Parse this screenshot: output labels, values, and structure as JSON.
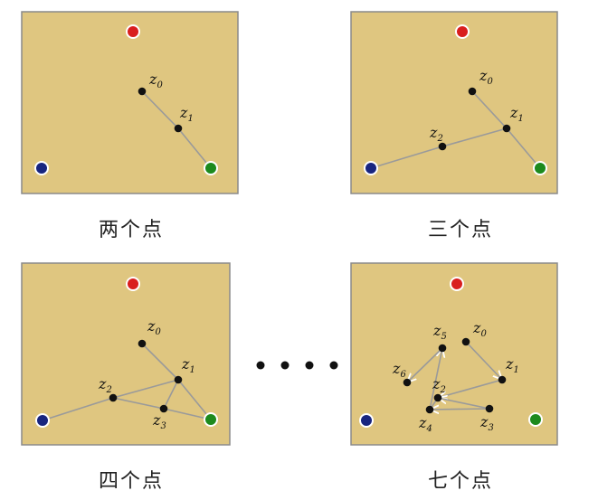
{
  "colors": {
    "panel_fill": "#dfc680",
    "panel_border": "#8a8a8a",
    "red": "#d91e1e",
    "blue": "#18257f",
    "green": "#1d8a1d",
    "node": "#111111",
    "edge": "#9a9a9a"
  },
  "panels": [
    {
      "caption": "两个点",
      "nodes": [
        {
          "id": "z0",
          "label": "z",
          "sub": "0"
        },
        {
          "id": "z1",
          "label": "z",
          "sub": "1"
        }
      ]
    },
    {
      "caption": "三个点",
      "nodes": [
        {
          "id": "z0",
          "label": "z",
          "sub": "0"
        },
        {
          "id": "z1",
          "label": "z",
          "sub": "1"
        },
        {
          "id": "z2",
          "label": "z",
          "sub": "2"
        }
      ]
    },
    {
      "caption": "四个点",
      "nodes": [
        {
          "id": "z0",
          "label": "z",
          "sub": "0"
        },
        {
          "id": "z1",
          "label": "z",
          "sub": "1"
        },
        {
          "id": "z2",
          "label": "z",
          "sub": "2"
        },
        {
          "id": "z3",
          "label": "z",
          "sub": "3"
        }
      ]
    },
    {
      "caption": "七个点",
      "nodes": [
        {
          "id": "z0",
          "label": "z",
          "sub": "0"
        },
        {
          "id": "z1",
          "label": "z",
          "sub": "1"
        },
        {
          "id": "z2",
          "label": "z",
          "sub": "2"
        },
        {
          "id": "z3",
          "label": "z",
          "sub": "3"
        },
        {
          "id": "z4",
          "label": "z",
          "sub": "4"
        },
        {
          "id": "z5",
          "label": "z",
          "sub": "5"
        },
        {
          "id": "z6",
          "label": "z",
          "sub": "6"
        }
      ]
    }
  ]
}
